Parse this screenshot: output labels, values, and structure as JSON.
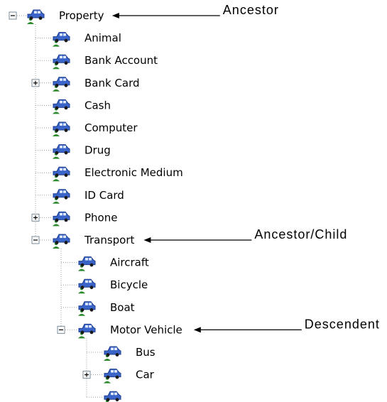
{
  "tree": {
    "root": {
      "label": "Property",
      "expanded": true,
      "children": [
        {
          "label": "Animal"
        },
        {
          "label": "Bank Account"
        },
        {
          "label": "Bank Card",
          "collapsed": true
        },
        {
          "label": "Cash"
        },
        {
          "label": "Computer"
        },
        {
          "label": "Drug"
        },
        {
          "label": "Electronic Medium"
        },
        {
          "label": "ID Card"
        },
        {
          "label": "Phone",
          "collapsed": true
        },
        {
          "label": "Transport",
          "expanded": true,
          "children": [
            {
              "label": "Aircraft"
            },
            {
              "label": "Bicycle"
            },
            {
              "label": "Boat"
            },
            {
              "label": "Motor Vehicle",
              "expanded": true,
              "children": [
                {
                  "label": "Bus"
                },
                {
                  "label": "Car",
                  "collapsed": true
                },
                {
                  "label": ""
                }
              ]
            }
          ]
        }
      ]
    },
    "node_icon": "vehicle-icon",
    "expand_icon": "plus-box-icon",
    "collapse_icon": "minus-box-icon"
  },
  "annotations": [
    {
      "label": "Ancestor",
      "target": "Property"
    },
    {
      "label": "Ancestor/Child",
      "target": "Transport"
    },
    {
      "label": "Descendent",
      "target": "Motor Vehicle"
    }
  ],
  "colors": {
    "icon_body": "#3a64c8",
    "icon_outline": "#1f3e8e",
    "icon_person": "#2d8a2d",
    "connector": "#a0a0a0",
    "toggle_border": "#7a8a99",
    "text": "#000000"
  }
}
